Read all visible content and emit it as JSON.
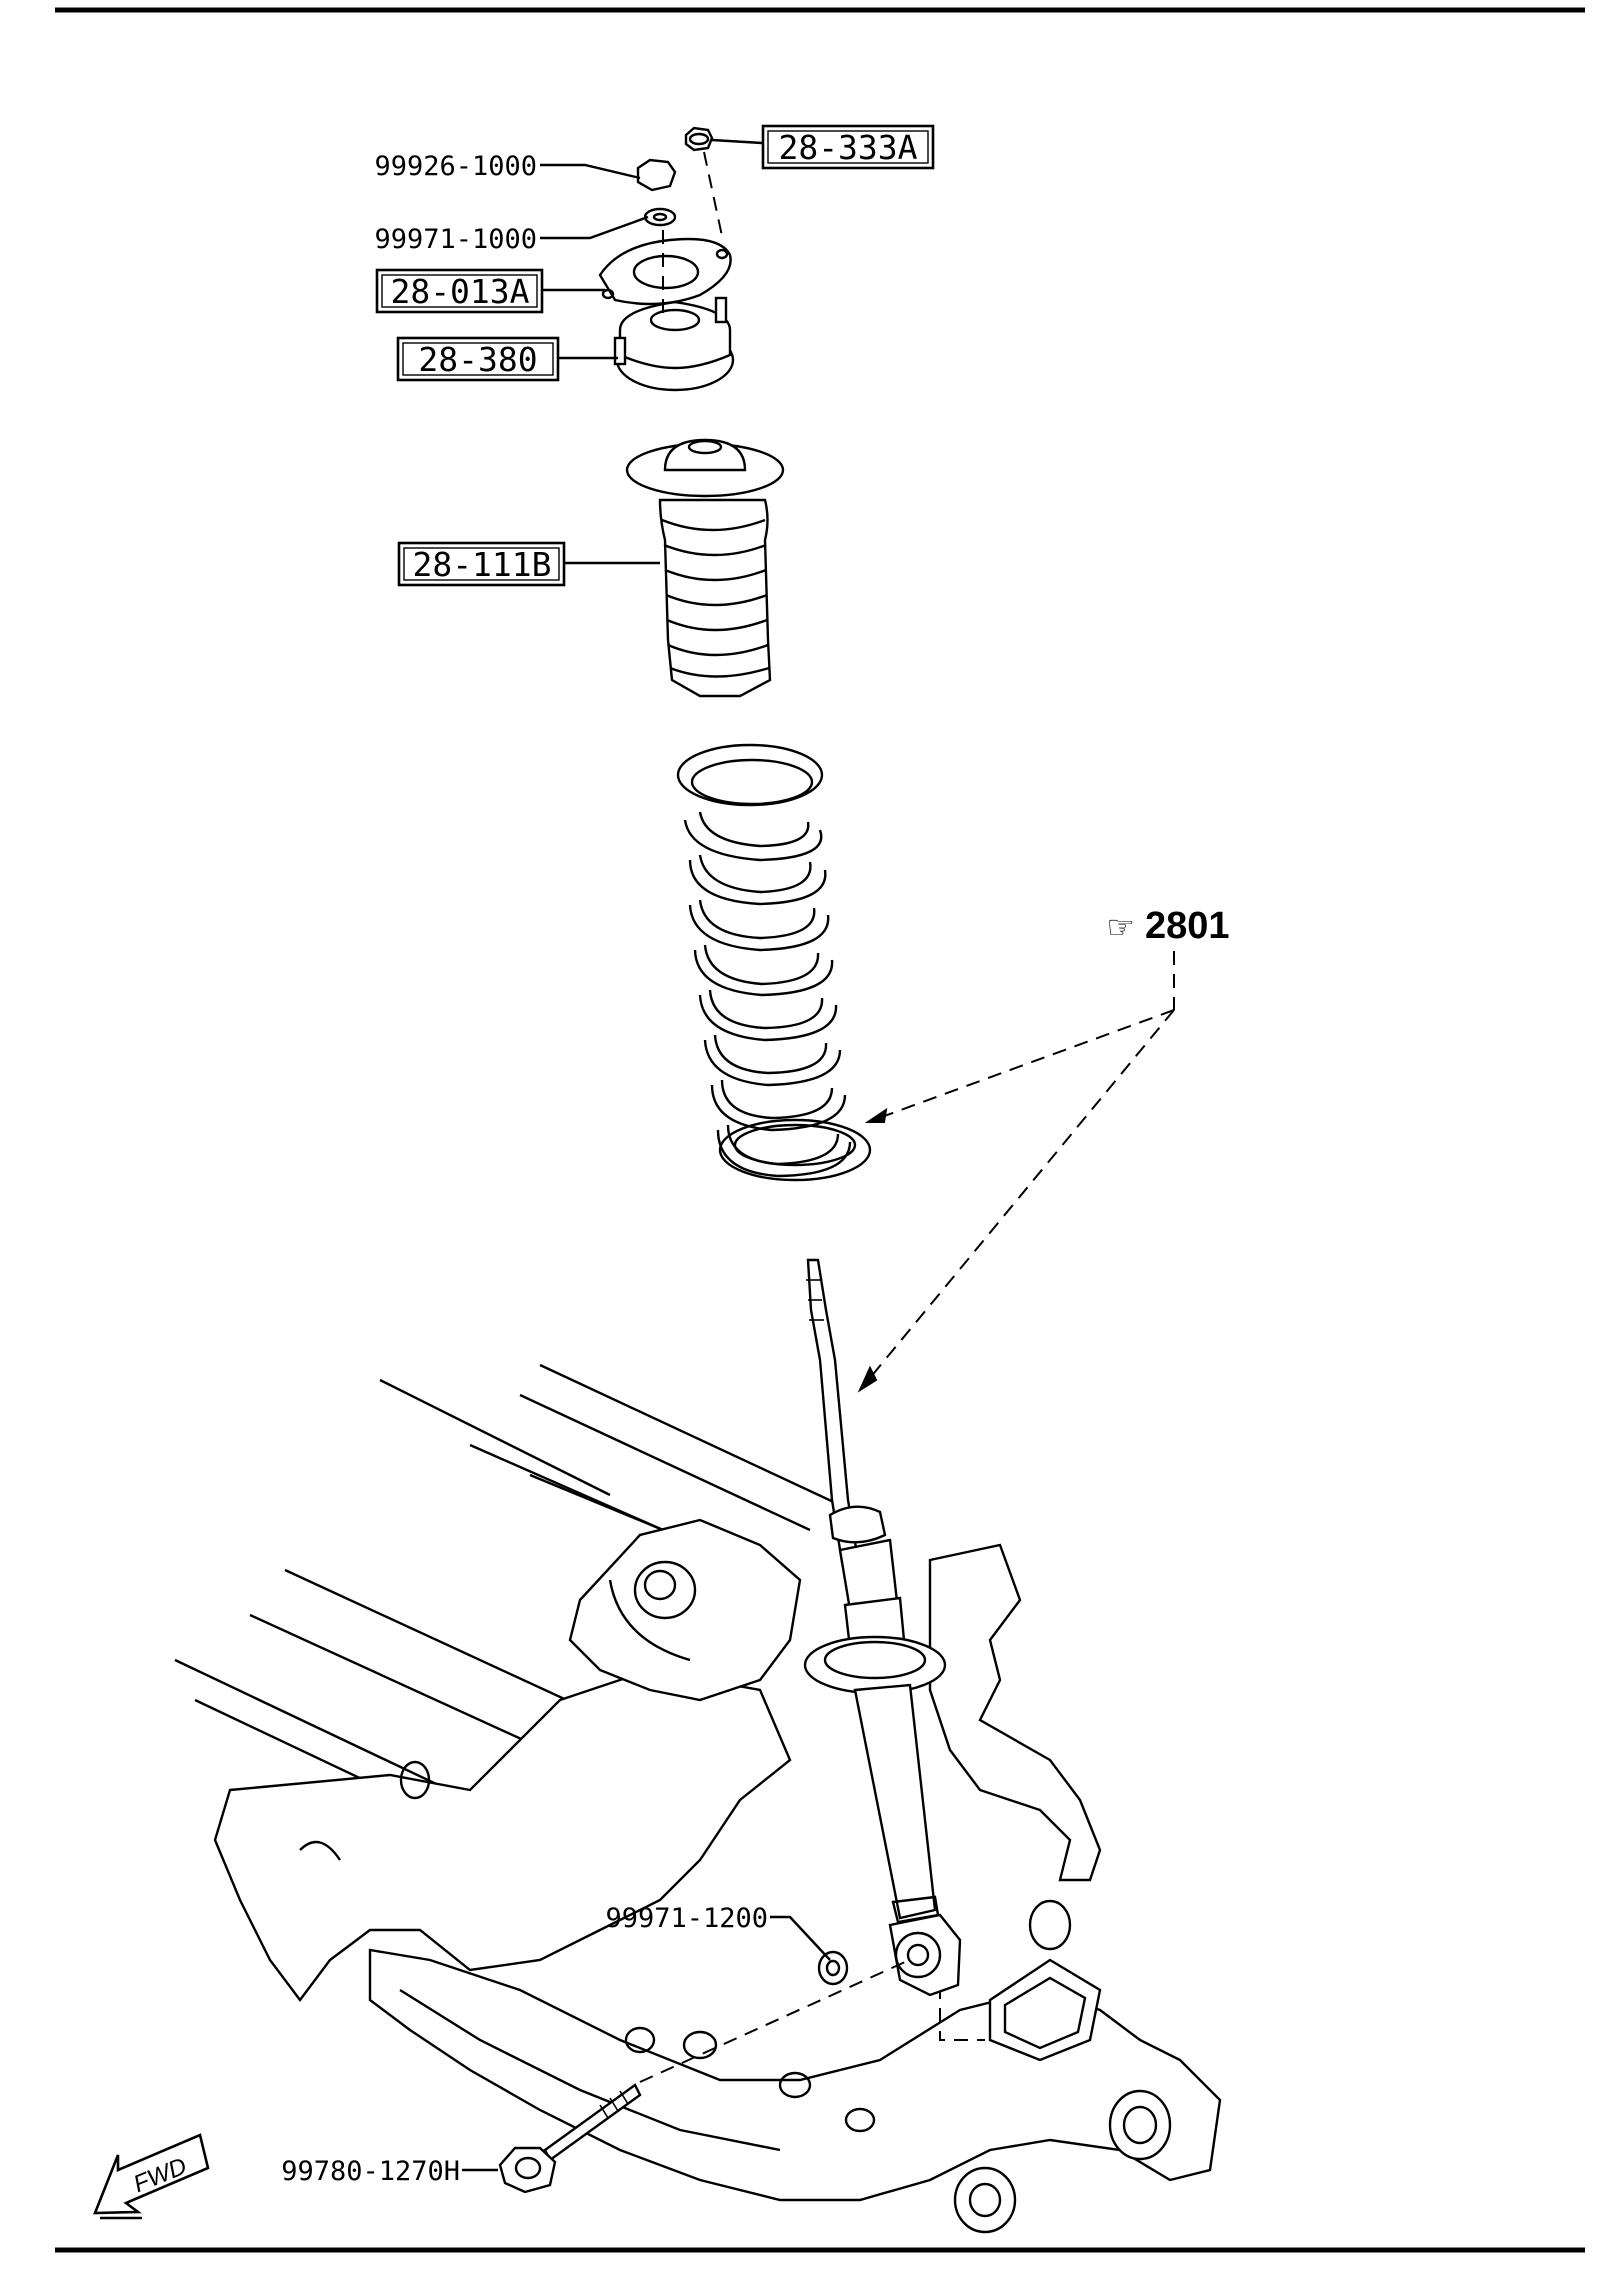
{
  "diagram": {
    "part_labels": [
      "99926-1000",
      "99971-1000",
      "99971-1200",
      "99780-1270H"
    ],
    "boxed_labels": [
      "28-333A",
      "28-013A",
      "28-380",
      "28-111B"
    ],
    "reference": {
      "symbol": "☞",
      "number": "2801"
    },
    "direction_arrow": {
      "text": "FWD"
    }
  }
}
